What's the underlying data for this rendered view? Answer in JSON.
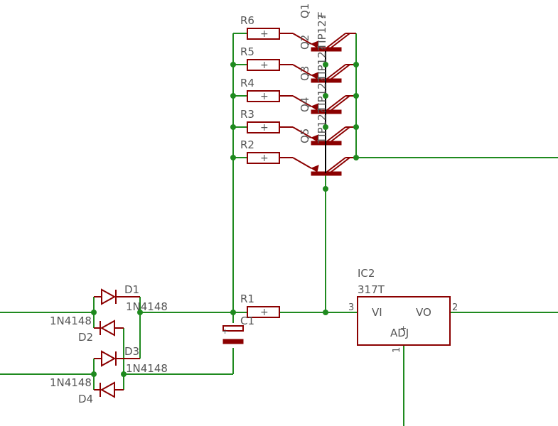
{
  "schematic": {
    "resistors": [
      {
        "ref": "R6"
      },
      {
        "ref": "R5"
      },
      {
        "ref": "R4"
      },
      {
        "ref": "R3"
      },
      {
        "ref": "R2"
      },
      {
        "ref": "R1"
      }
    ],
    "resistor_mark": "+",
    "transistors": [
      {
        "ref": "Q1",
        "value": "TIP12?"
      },
      {
        "ref": "Q2",
        "value": "TIP12?"
      },
      {
        "ref": "Q3",
        "value": "TIP12?"
      },
      {
        "ref": "Q4",
        "value": "TIP12?"
      },
      {
        "ref": "Q5",
        "value": "TIP12?"
      }
    ],
    "transistor_value_fragment": "F",
    "diodes": [
      {
        "ref": "D1",
        "value": "1N4148"
      },
      {
        "ref": "D2",
        "value": "1N4148"
      },
      {
        "ref": "D3",
        "value": "1N4148"
      },
      {
        "ref": "D4",
        "value": "1N4148"
      }
    ],
    "capacitor": {
      "ref": "C1",
      "mark": "+"
    },
    "regulator": {
      "ref": "IC2",
      "value": "317T",
      "pin_vi": "VI",
      "pin_vo": "VO",
      "pin_adj": "ADJ",
      "pin3": "3",
      "pin2": "2",
      "pin1": "1"
    },
    "colors": {
      "wire": "#1f8a1f",
      "part": "#8b0000",
      "text": "#555555",
      "background": "#ffffff"
    }
  }
}
